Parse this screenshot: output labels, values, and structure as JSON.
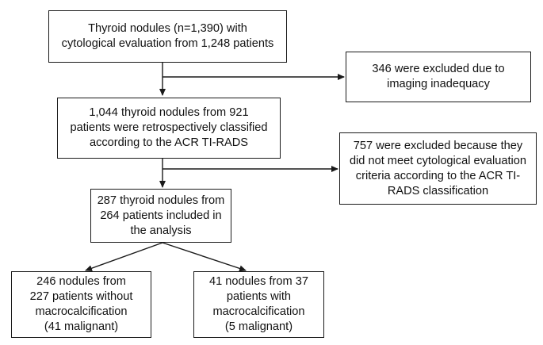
{
  "flowchart": {
    "start": "Thyroid nodules (n=1,390) with\ncytological evaluation from 1,248 patients",
    "exclusion_1": "346 were excluded due to\nimaging inadequacy",
    "classified": "1,044 thyroid nodules from 921\npatients were retrospectively classified\naccording to the ACR TI-RADS",
    "exclusion_2": "757 were excluded because they\ndid not meet cytological evaluation\ncriteria according to the ACR TI-\nRADS classification",
    "included": "287 thyroid nodules from\n264 patients included in\nthe analysis",
    "without_macrocalcification": "246 nodules from\n227 patients without\nmacrocalcification\n(41 malignant)",
    "with_macrocalcification": "41 nodules from 37\npatients with\nmacrocalcification\n(5 malignant)"
  }
}
